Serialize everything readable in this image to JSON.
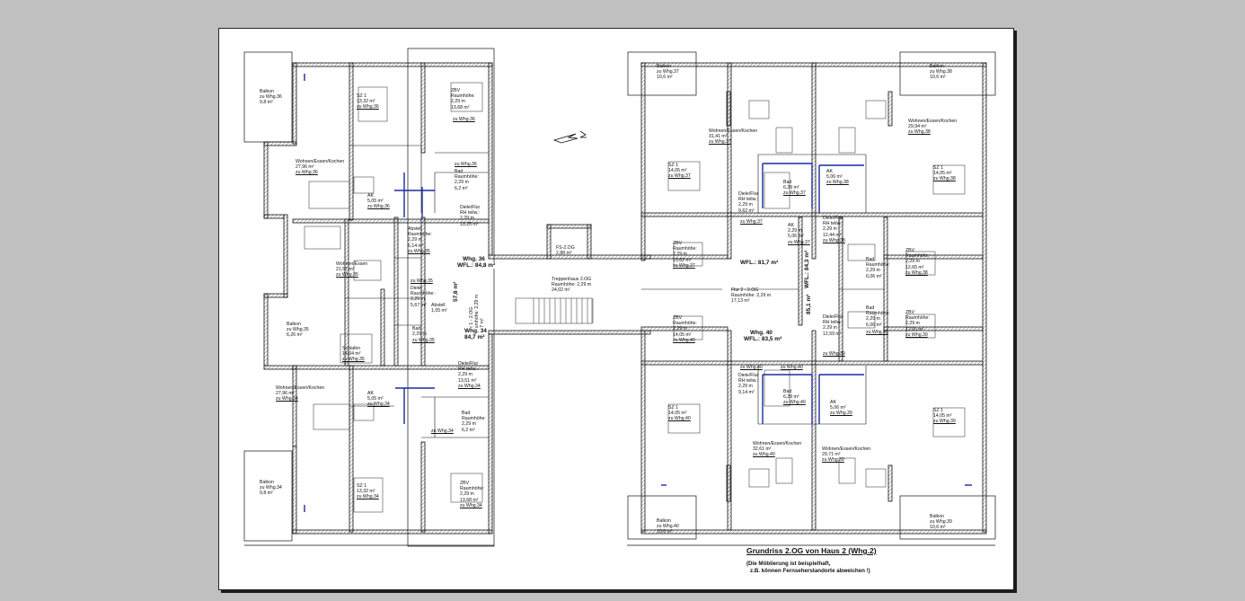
{
  "drawing": {
    "title": "Grundriss 2.OG von Haus 2 (Whg.2)",
    "note_line1": "(Die Möblierung ist beispielhaft,",
    "note_line2": "z.B. können Fernseherstandorte abweichen !)"
  },
  "colors": {
    "wall": "#111111",
    "hatch": "#555555",
    "window": "#1a2aa0",
    "background": "#c0c0c0",
    "paper": "#ffffff"
  },
  "rooms": {
    "l_balkon36": {
      "name": "Balkon",
      "owner": "zu Whg.36",
      "area": "9,8 m²"
    },
    "l_sz36": {
      "name": "SZ 1",
      "area": "13,32 m²",
      "owner": "zu Whg.36"
    },
    "l_zbv36": {
      "name": "ZBV",
      "h": "Raumhöhe:",
      "hval": "2,29 m",
      "area": "13,68 m²",
      "owner": "zu Whg.36"
    },
    "l_bad36": {
      "owner": "zu Whg.36",
      "name": "Bad",
      "h": "Raumhöhe:",
      "hval": "2,29 m",
      "area": "6,2 m²"
    },
    "l_wek36": {
      "name": "Wohnen/Essen/Kochen",
      "area": "27,96 m²",
      "owner": "zu Whg.36"
    },
    "l_ak36": {
      "name": "AK",
      "area": "5,05 m²",
      "owner": "zu Whg.36"
    },
    "l_flur36": {
      "name": "Diele/Flur",
      "h": "RH teilw.:",
      "hval": "2,29 m",
      "area": "13,25 m²"
    },
    "l_abst35": {
      "name": "Abstell",
      "h": "Raumhöhe:",
      "hval": "2,29 m",
      "area": "6,14 m²",
      "owner": "zu Whg.35"
    },
    "l_we35": {
      "name": "Wohnen/Essen",
      "area": "21,57 m²",
      "owner": "zu Whg.35"
    },
    "l_diele35": {
      "owner": "zu Whg.35",
      "name": "Diele",
      "h": "Raumhöhe:",
      "hval": "2,29 m",
      "area": "5,67 m²",
      "extra": "Abstell",
      "extra2": "1,05 m²"
    },
    "l_balkon35": {
      "name": "Balkon",
      "owner": "zu Whg.35",
      "area": "6,26 m²"
    },
    "l_schlafen35": {
      "name": "Schlafen",
      "area": "14,04 m²",
      "owner": "zu Whg.35"
    },
    "l_bad35": {
      "name": "Bad",
      "area": "2,29 m",
      "owner": "zu Whg.35"
    },
    "l_flur34": {
      "name": "Diele/Flur",
      "h": "RH teilw.:",
      "hval": "2,29 m",
      "area": "13,51 m²",
      "owner": "zu Whg.34"
    },
    "l_wek34": {
      "name": "Wohnen/Essen/Kochen",
      "area": "27,96 m²",
      "owner": "zu Whg.34"
    },
    "l_ak34": {
      "name": "AK",
      "area": "5,05 m²",
      "owner": "zu Whg.34"
    },
    "l_bad34": {
      "name": "Bad",
      "h": "Raumhöhe:",
      "hval": "2,29 m",
      "area": "6,2 m²",
      "owner": "zu Whg.34"
    },
    "l_balkon34": {
      "name": "Balkon",
      "owner": "zu Whg.34",
      "area": "9,8 m²"
    },
    "l_sz34": {
      "name": "SZ 1",
      "area": "13,32 m²",
      "owner": "zu Whg.34"
    },
    "l_zbv34": {
      "name": "ZBV",
      "h": "Raumhöhe:",
      "hval": "2,29 m",
      "area": "13,68 m²",
      "owner": "zu Whg.34"
    },
    "c_fs": {
      "name": "FS-2.OG",
      "area": "2,88 m²"
    },
    "c_th": {
      "name": "Treppenhaus 2.OG",
      "h": "Raumhöhe: 2,29 m",
      "area": "24,02 m²"
    },
    "c_flur1": {
      "name": "Flur 1 - 2.OG",
      "h": "Raumhöhe: 2,29 m",
      "area": "17,7 m²"
    },
    "r_balkon37": {
      "name": "Balkon",
      "owner": "zu Whg.37",
      "area": "10,6 m²"
    },
    "r_balkon38": {
      "name": "Balkon",
      "owner": "zu Whg.38",
      "area": "10,6 m²"
    },
    "r_wek37": {
      "name": "Wohnen/Essen/Kochen",
      "area": "31,41 m²",
      "owner": "zu Whg.37"
    },
    "r_wek38": {
      "name": "Wohnen/Essen/Kochen",
      "area": "29,94 m²",
      "owner": "zu Whg.38"
    },
    "r_sz37": {
      "name": "SZ 1",
      "area": "14,05 m²",
      "owner": "zu Whg.37"
    },
    "r_sz38": {
      "name": "SZ 1",
      "area": "14,05 m²",
      "owner": "zu Whg.38"
    },
    "r_bad37": {
      "name": "Bad",
      "area": "6,39 m²",
      "owner": "zu Whg.37"
    },
    "r_ak38": {
      "name": "AK",
      "area": "5,06 m²",
      "owner": "zu Whg.38"
    },
    "r_flur37": {
      "name": "Diele/Flur",
      "h": "RH teilw.:",
      "hval": "2,29 m",
      "area": "9,62 m²",
      "owner": "zu Whg.37"
    },
    "r_ak37": {
      "name": "AK",
      "hval": "2,29 m",
      "area": "5,06 m²",
      "owner": "zu Whg.37"
    },
    "r_flur38": {
      "name": "Diele/Flur",
      "h": "RH teilw.:",
      "hval": "2,29 m",
      "area": "12,44 m²",
      "owner": "zu Whg.38"
    },
    "r_zbv37": {
      "name": "ZBV",
      "h": "Raumhöhe:",
      "hval": "2,29 m",
      "area": "13,62 m²",
      "owner": "zu Whg.37"
    },
    "r_bad38": {
      "name": "Bad",
      "h": "Raumhöhe:",
      "hval": "2,29 m",
      "area": "6,06 m²",
      "owner": "zu Whg.38"
    },
    "r_zbv38": {
      "name": "ZBV",
      "h": "Raumhöhe:",
      "hval": "2,29 m",
      "area": "12,65 m²",
      "owner": "zu Whg.38"
    },
    "r_flur2": {
      "name": "Flur 2 - 2.OG",
      "h": "Raumhöhe: 2,29 m",
      "area": "17,13 m²"
    },
    "r_zbv40": {
      "name": "ZBV",
      "h": "Raumhöhe:",
      "hval": "2,29 m",
      "area": "14,05 m²",
      "owner": "zu Whg.40"
    },
    "r_bad39": {
      "name": "Bad",
      "h": "Raumhöhe:",
      "hval": "2,29 m",
      "area": "6,06 m²",
      "owner": "zu Whg.39"
    },
    "r_zbv39": {
      "name": "ZBV",
      "h": "Raumhöhe:",
      "hval": "2,29 m",
      "area": "12,65 m²",
      "owner": "zu Whg.39"
    },
    "r_flur39": {
      "name": "Diele/Flur",
      "h": "RH teilw.:",
      "hval": "2,29 m",
      "area": "12,59 m²",
      "owner": "zu Whg.39"
    },
    "r_flur40": {
      "name": "Diele/Flur",
      "h": "RH teilw.:",
      "hval": "2,29 m",
      "area": "9,14 m²",
      "owner": "zu Whg.40"
    },
    "r_bad40": {
      "name": "Bad",
      "area": "6,39 m²",
      "owner": "zu Whg.40"
    },
    "r_ak39": {
      "name": "AK",
      "area": "5,06 m²",
      "owner": "zu Whg.39"
    },
    "r_ak40": {
      "owner": "zu Whg.40"
    },
    "r_sz40": {
      "name": "SZ 1",
      "area": "14,05 m²",
      "owner": "zu Whg.40"
    },
    "r_sz39": {
      "name": "SZ 1",
      "area": "14,05 m²",
      "owner": "zu Whg.39"
    },
    "r_wek40": {
      "name": "Wohnen/Essen/Kochen",
      "area": "32,61 m²",
      "owner": "zu Whg.40"
    },
    "r_wek39": {
      "name": "Wohnen/Essen/Kochen",
      "area": "29,71 m²",
      "owner": "zu Whg.39"
    },
    "r_balkon40": {
      "name": "Balkon",
      "owner": "zu Whg.40",
      "area": "10,6 m²"
    },
    "r_balkon39": {
      "name": "Balkon",
      "owner": "zu Whg.39",
      "area": "10,6 m²"
    }
  },
  "wfl": {
    "w36a": "Whg. 36",
    "w36b": "WFL.: 84,8 m²",
    "w35": "57,6 m²",
    "w34a": "Whg. 34",
    "w34b": "84,7 m²",
    "w37": "WFL.: 81,7 m²",
    "w38": "WFL.: 84,3 m²",
    "w40a": "Whg. 40",
    "w40b": "WFL.: 83,5 m²",
    "w39": "85,1 m²"
  }
}
